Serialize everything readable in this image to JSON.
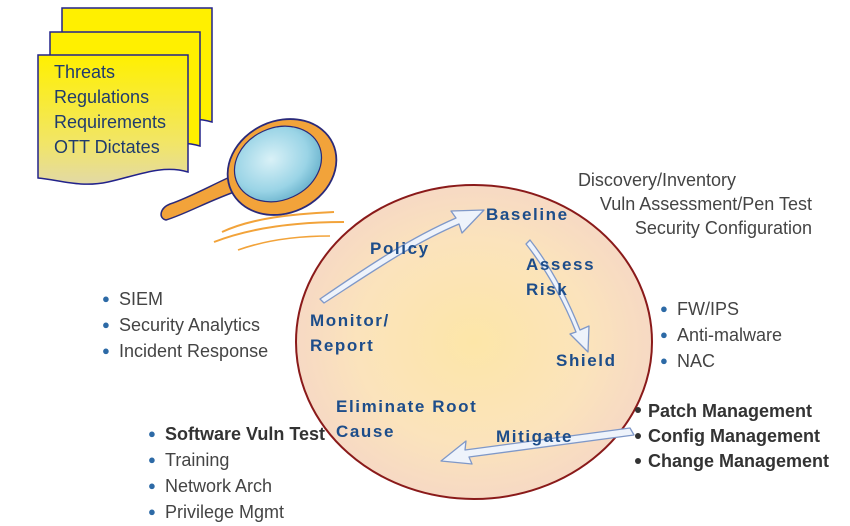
{
  "documents": {
    "lines": [
      "Threats",
      "Regulations",
      "Requirements",
      "OTT Dictates"
    ]
  },
  "cycle": {
    "baseline": "Baseline",
    "assess": "Assess",
    "risk": "Risk",
    "shield": "Shield",
    "mitigate": "Mitigate",
    "eliminate_line1": "Eliminate Root",
    "eliminate_line2": "Cause",
    "monitor_line1": "Monitor/",
    "monitor_line2": "Report",
    "policy": "Policy"
  },
  "baseline_activities": [
    "Discovery/Inventory",
    "Vuln Assessment/Pen Test",
    "Security Configuration"
  ],
  "shield_controls": [
    "FW/IPS",
    "Anti-malware",
    "NAC"
  ],
  "monitor_tools": [
    "SIEM",
    "Security Analytics",
    "Incident Response"
  ],
  "mitigate_practices": [
    "Patch Management",
    "Config Management",
    "Change Management"
  ],
  "root_cause_actions": [
    {
      "text": "Software Vuln Test",
      "bold": true
    },
    {
      "text": "Training",
      "bold": false
    },
    {
      "text": "Network Arch",
      "bold": false
    },
    {
      "text": "Privilege Mgmt",
      "bold": false
    }
  ],
  "colors": {
    "document_fill": "#fff000",
    "document_gradient_end": "#e2d9a6",
    "circle_center": "#fde6a8",
    "circle_edge": "#f5d6c6",
    "circle_border": "#8a1a1a",
    "cycle_text": "#1d4d8a",
    "bullet": "#2d6aa6",
    "arrow_fill": "#eef3fb",
    "arrow_stroke": "#7f98c8",
    "lens": "#9ad4e6",
    "handle": "#f2a33a"
  }
}
